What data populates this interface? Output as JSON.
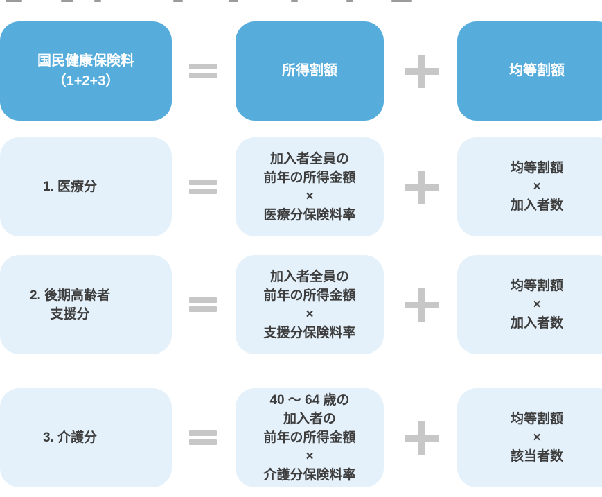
{
  "colors": {
    "page_bg": "#ffffff",
    "primary_blue": "#56addc",
    "light_blue": "#e4f1fa",
    "operator_gray": "#c7c7c7",
    "text_dark": "#3d3d3d",
    "text_on_blue": "#ffffff"
  },
  "diagram": {
    "description": "National Health Insurance premium calculation formula",
    "rows": [
      {
        "left": "国民健康保険料\n（1+2+3）",
        "op1": "=",
        "middle": "所得割額",
        "op2": "+",
        "right": "均等割額"
      },
      {
        "left": "1. 医療分",
        "op1": "=",
        "middle": "加入者全員の\n前年の所得金額\n×\n医療分保険料率",
        "op2": "+",
        "right": "均等割額\n×\n加入者数"
      },
      {
        "left": "2. 後期高齢者\n支援分",
        "op1": "=",
        "middle": "加入者全員の\n前年の所得金額\n×\n支援分保険料率",
        "op2": "+",
        "right": "均等割額\n×\n加入者数"
      },
      {
        "left": "3. 介護分",
        "op1": "=",
        "middle": "40 ～ 64 歳の\n加入者の\n前年の所得金額\n×\n介護分保険料率",
        "op2": "+",
        "right": "均等割額\n×\n該当者数"
      }
    ]
  }
}
